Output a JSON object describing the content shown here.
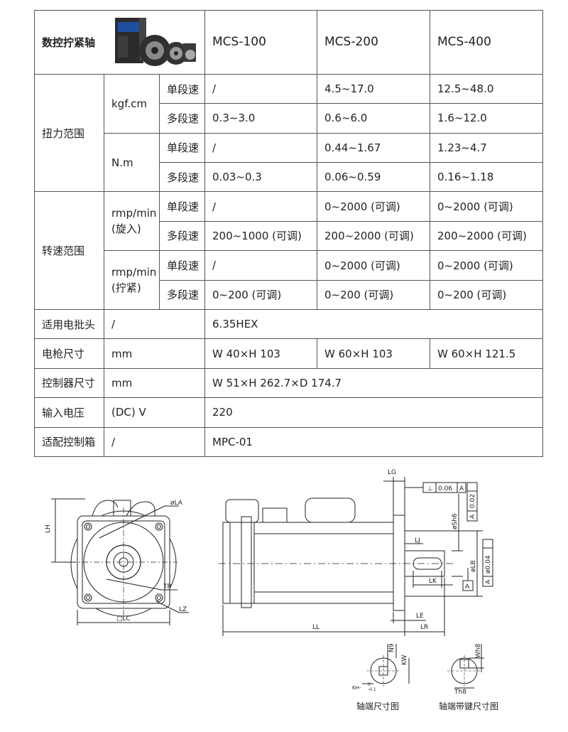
{
  "table": {
    "corner_label": "数控拧紧轴",
    "models": [
      "MCS-100",
      "MCS-200",
      "MCS-400"
    ],
    "torque": {
      "label": "扭力范围",
      "units": [
        {
          "unit": "kgf.cm",
          "rows": [
            {
              "mode": "单段速",
              "values": [
                "/",
                "4.5~17.0",
                "12.5~48.0"
              ]
            },
            {
              "mode": "多段速",
              "values": [
                "0.3~3.0",
                "0.6~6.0",
                "1.6~12.0"
              ]
            }
          ]
        },
        {
          "unit": "N.m",
          "rows": [
            {
              "mode": "单段速",
              "values": [
                "/",
                "0.44~1.67",
                "1.23~4.7"
              ]
            },
            {
              "mode": "多段速",
              "values": [
                "0.03~0.3",
                "0.06~0.59",
                "0.16~1.18"
              ]
            }
          ]
        }
      ]
    },
    "speed": {
      "label": "转速范围",
      "units": [
        {
          "unit_line1": "rmp/min",
          "unit_line2": "(旋入)",
          "rows": [
            {
              "mode": "单段速",
              "values": [
                "/",
                "0~2000 (可调)",
                "0~2000 (可调)"
              ]
            },
            {
              "mode": "多段速",
              "values": [
                "200~1000 (可调)",
                "200~2000 (可调)",
                "200~2000 (可调)"
              ]
            }
          ]
        },
        {
          "unit_line1": "rmp/min",
          "unit_line2": "(拧紧)",
          "rows": [
            {
              "mode": "单段速",
              "values": [
                "/",
                "0~2000 (可调)",
                "0~2000 (可调)"
              ]
            },
            {
              "mode": "多段速",
              "values": [
                "0~200 (可调)",
                "0~200 (可调)",
                "0~200 (可调)"
              ]
            }
          ]
        }
      ]
    },
    "bit": {
      "label": "适用电批头",
      "unit": "/",
      "value": "6.35HEX"
    },
    "gun_size": {
      "label": "电枪尺寸",
      "unit": "mm",
      "values": [
        "W 40×H 103",
        "W 60×H 103",
        "W 60×H 121.5"
      ]
    },
    "controller_size": {
      "label": "控制器尺寸",
      "unit": "mm",
      "value": "W 51×H 262.7×D 174.7"
    },
    "input_voltage": {
      "label": "输入电压",
      "unit": "(DC) V",
      "value": "220"
    },
    "control_box": {
      "label": "适配控制箱",
      "unit": "/",
      "value": "MPC-01"
    }
  },
  "drawing": {
    "front": {
      "LH": "LH",
      "LA": "øLA",
      "TP": "TP",
      "LZ": "LZ",
      "LC": "□LC"
    },
    "side": {
      "LG": "LG",
      "LJ": "LJ",
      "LK": "LK",
      "LE": "LE",
      "LL": "LL",
      "LR": "LR",
      "SH": "øSh6",
      "LB": "øLB",
      "tol_perp_value": "0.06",
      "tol_perp_ref": "A",
      "tol_runout_value": "0.02",
      "tol_runout_ref": "A",
      "tol_conc_value": "ø0.04",
      "tol_conc_ref": "A",
      "datum": "A"
    },
    "shaft": {
      "caption": "轴端尺寸图",
      "N9": "N9",
      "KW": "KW",
      "KH": "KH-",
      "KH_tol_upper": "0",
      "KH_tol_lower": "-0.1"
    },
    "shaft_key": {
      "caption": "轴端带键尺寸图",
      "Wh8": "Wh8",
      "Th8": "Th8"
    }
  }
}
